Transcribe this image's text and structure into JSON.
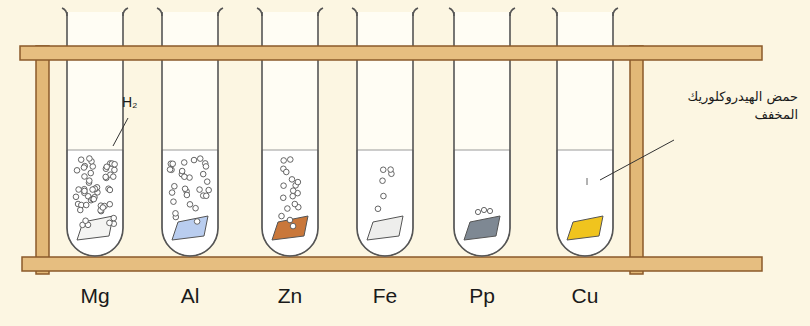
{
  "diagram": {
    "labels": [
      "H₂",
      "حمض الهيدروكلوريك المخفف",
      "Mg",
      "Al",
      "Zn",
      "Fe",
      "Pp",
      "Cu"
    ]
  }
}
